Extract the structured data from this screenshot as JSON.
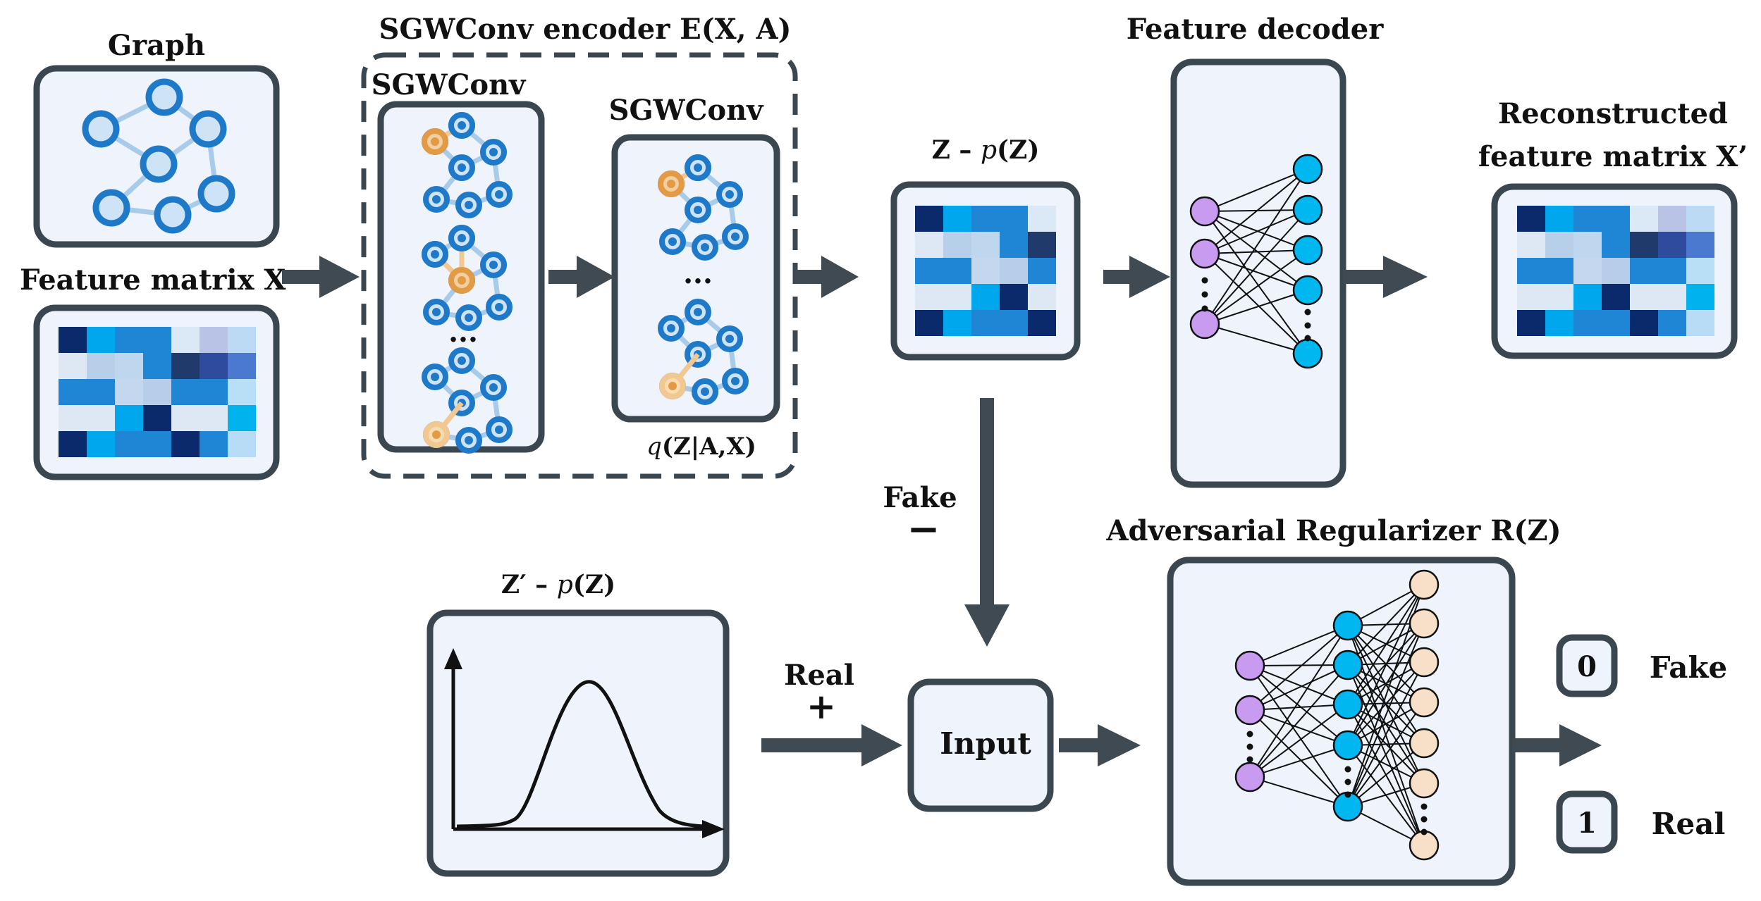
{
  "colors": {
    "box_fill": "#eef3fc",
    "box_stroke": "#3a4750",
    "arrow": "#3f4a52",
    "node_blue": "#1e7ac9",
    "node_orange": "#e39a45",
    "neuron_purple": "#c89af0",
    "neuron_cyan": "#00b7f0",
    "neuron_peach": "#f8e0c8"
  },
  "labels": {
    "graph": "Graph",
    "feature_matrix": "Feature matrix X",
    "encoder": "SGWConv encoder E(X, A)",
    "sgwconv_1": "SGWConv",
    "sgwconv_2": "SGWConv",
    "ellipsis_1": "...",
    "ellipsis_2": "...",
    "q_pre": "q",
    "q_bold": "(Z|A,X)",
    "z_pre": "Z – ",
    "z_p": "p",
    "z_post": "(Z)",
    "feature_decoder": "Feature decoder",
    "reconstructed_1": "Reconstructed",
    "reconstructed_2": "feature matrix X’",
    "fake_top": "Fake",
    "minus": "−",
    "zprime_pre": "Z′ – ",
    "zprime_p": "p",
    "zprime_post": "(Z)",
    "real": "Real",
    "plus": "+",
    "input": "Input",
    "adversarial": "Adversarial Regularizer R(Z)",
    "out_0_value": "0",
    "out_0_label": "Fake",
    "out_1_value": "1",
    "out_1_label": "Real"
  },
  "matrices": {
    "feature_matrix": [
      [
        "#0a2a6b",
        "#00a7ec",
        "#1e86d4",
        "#1e86d4",
        "#dbe9f6",
        "#b9c3e6",
        "#bddaf4"
      ],
      [
        "#dde8f4",
        "#b8cfe9",
        "#bed6ee",
        "#1e86d4",
        "#1f3a6b",
        "#2f4b9d",
        "#4a79cf"
      ],
      [
        "#1e86d4",
        "#1e86d4",
        "#c5d7ee",
        "#b7cde9",
        "#1e86d4",
        "#1e86d4",
        "#b8dff6"
      ],
      [
        "#dde8f4",
        "#dde8f4",
        "#00a7ec",
        "#0a2a6b",
        "#dde8f4",
        "#dde8f4",
        "#00b3ec"
      ],
      [
        "#0a2a6b",
        "#00a7ec",
        "#1e86d4",
        "#1e86d4",
        "#0a2a6b",
        "#1e86d4",
        "#b8dcf6"
      ]
    ],
    "latent_z": [
      [
        "#0a2a6b",
        "#00a7ec",
        "#1e86d4",
        "#1e86d4",
        "#dbe9f6"
      ],
      [
        "#dde8f4",
        "#b8cfe9",
        "#bed6ee",
        "#1e86d4",
        "#1f3a6b"
      ],
      [
        "#1e86d4",
        "#1e86d4",
        "#c5d7ee",
        "#b7cde9",
        "#1e86d4"
      ],
      [
        "#dde8f4",
        "#dde8f4",
        "#00a7ec",
        "#0a2a6b",
        "#dde8f4"
      ],
      [
        "#0a2a6b",
        "#00a7ec",
        "#1e86d4",
        "#1e86d4",
        "#0a2a6b"
      ]
    ],
    "reconstructed": [
      [
        "#0a2a6b",
        "#00a7ec",
        "#1e86d4",
        "#1e86d4",
        "#dbe9f6",
        "#b9c3e6",
        "#bddaf4"
      ],
      [
        "#dde8f4",
        "#b8cfe9",
        "#bed6ee",
        "#1e86d4",
        "#1f3a6b",
        "#2f4b9d",
        "#4a79cf"
      ],
      [
        "#1e86d4",
        "#1e86d4",
        "#c5d7ee",
        "#b7cde9",
        "#1e86d4",
        "#1e86d4",
        "#b8dff6"
      ],
      [
        "#dde8f4",
        "#dde8f4",
        "#00a7ec",
        "#0a2a6b",
        "#dde8f4",
        "#dde8f4",
        "#00b3ec"
      ],
      [
        "#0a2a6b",
        "#00a7ec",
        "#1e86d4",
        "#1e86d4",
        "#0a2a6b",
        "#1e86d4",
        "#b8dcf6"
      ]
    ]
  }
}
